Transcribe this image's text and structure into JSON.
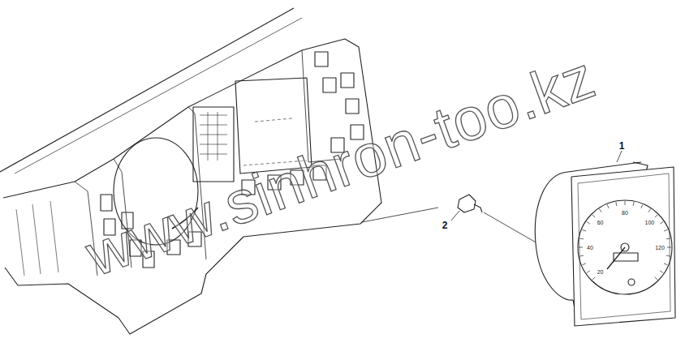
{
  "diagram": {
    "labels": [
      "1",
      "2",
      "www.sinhron-too.kz",
      "20",
      "40",
      "60",
      "80",
      "100",
      "120"
    ]
  }
}
